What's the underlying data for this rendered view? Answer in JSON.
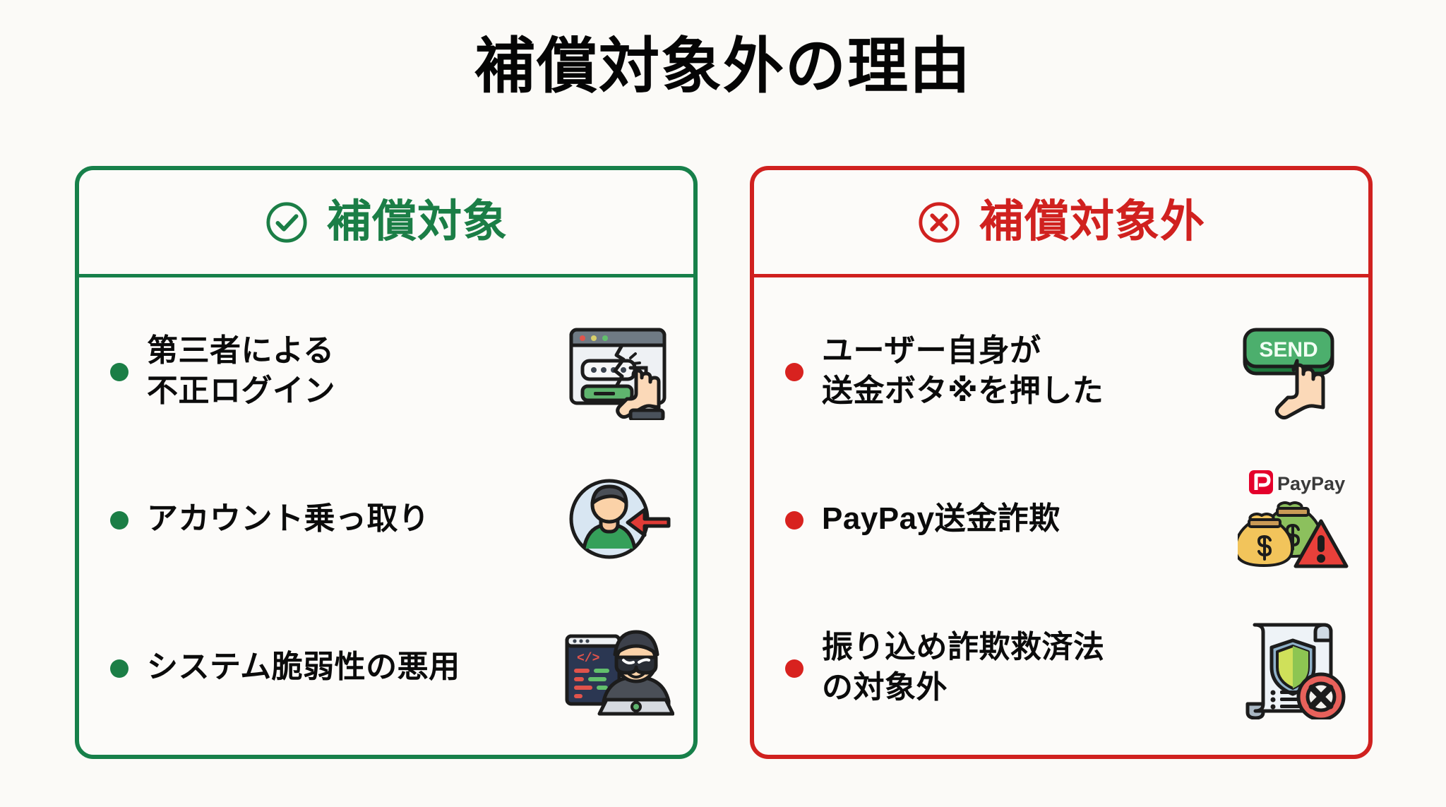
{
  "page": {
    "title": "補償対象外の理由",
    "background_color": "#fbfaf7"
  },
  "colors": {
    "covered_green": "#17804a",
    "not_covered_red": "#d0211f",
    "text_black": "#0b0b0b",
    "paypay_red": "#e4002b",
    "send_button_green": "#4caf6d"
  },
  "cards": {
    "left": {
      "header_label": "補償対象",
      "header_icon": "check-circle-icon",
      "accent_color": "#17804a",
      "items": [
        {
          "text": "第三者による\n不正ログイン",
          "icon": "browser-password-hack-icon"
        },
        {
          "text": "アカウント乗っ取り",
          "icon": "account-takeover-icon"
        },
        {
          "text": "システム脆弱性の悪用",
          "icon": "hacker-laptop-icon"
        }
      ]
    },
    "right": {
      "header_label": "補償対象外",
      "header_icon": "x-circle-icon",
      "accent_color": "#d0211f",
      "items": [
        {
          "text": "ユーザー自身が\n送金ボタ※を押した",
          "icon": "send-button-press-icon",
          "icon_label": "SEND"
        },
        {
          "text": "PayPay送金詐欺",
          "icon": "paypay-money-scam-icon",
          "icon_label": "PayPay"
        },
        {
          "text": "振り込め詐欺救済法\nの対象外",
          "icon": "law-document-excluded-icon"
        }
      ]
    }
  }
}
